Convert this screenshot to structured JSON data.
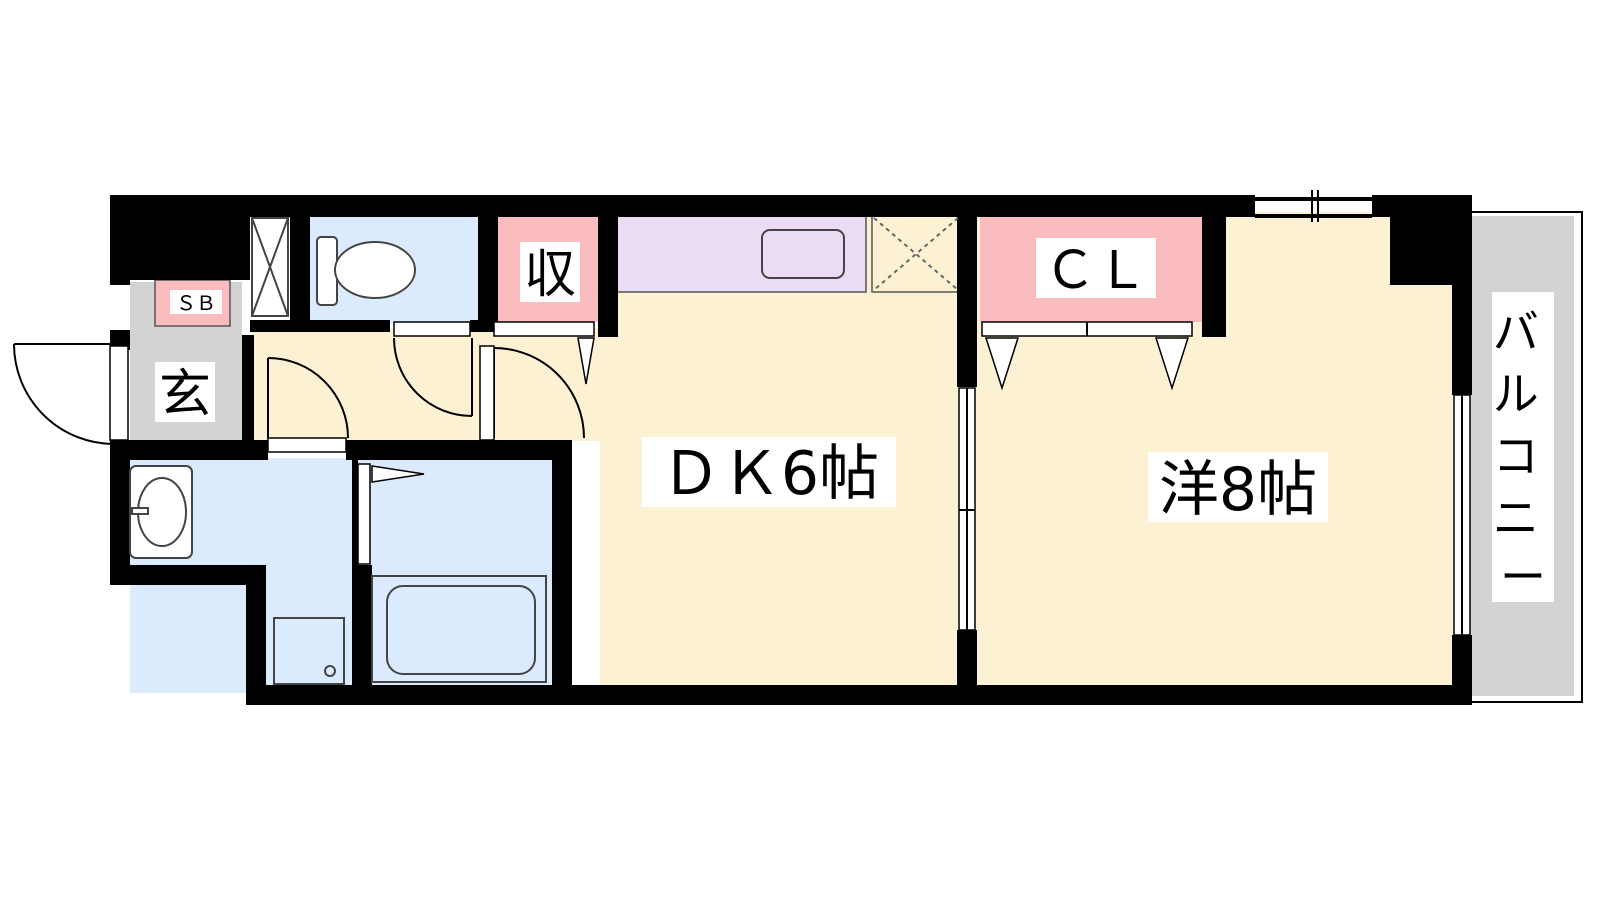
{
  "rooms": {
    "dk": {
      "label": "ＤＫ6帖"
    },
    "western": {
      "label": "洋8帖"
    },
    "closet": {
      "label": "ＣＬ"
    },
    "storage": {
      "label": "収"
    },
    "entrance": {
      "label": "玄"
    },
    "shoe_box": {
      "label": "ＳＢ"
    },
    "balcony": {
      "label": "バルコニー"
    }
  },
  "colors": {
    "wall": "#000000",
    "living": "#fdf1d3",
    "wet_area": "#dbeafc",
    "storage": "#fbbcc0",
    "kitchen": "#eadcf3",
    "balcony": "#d3d3d3",
    "entrance": "#d3d3d3"
  }
}
